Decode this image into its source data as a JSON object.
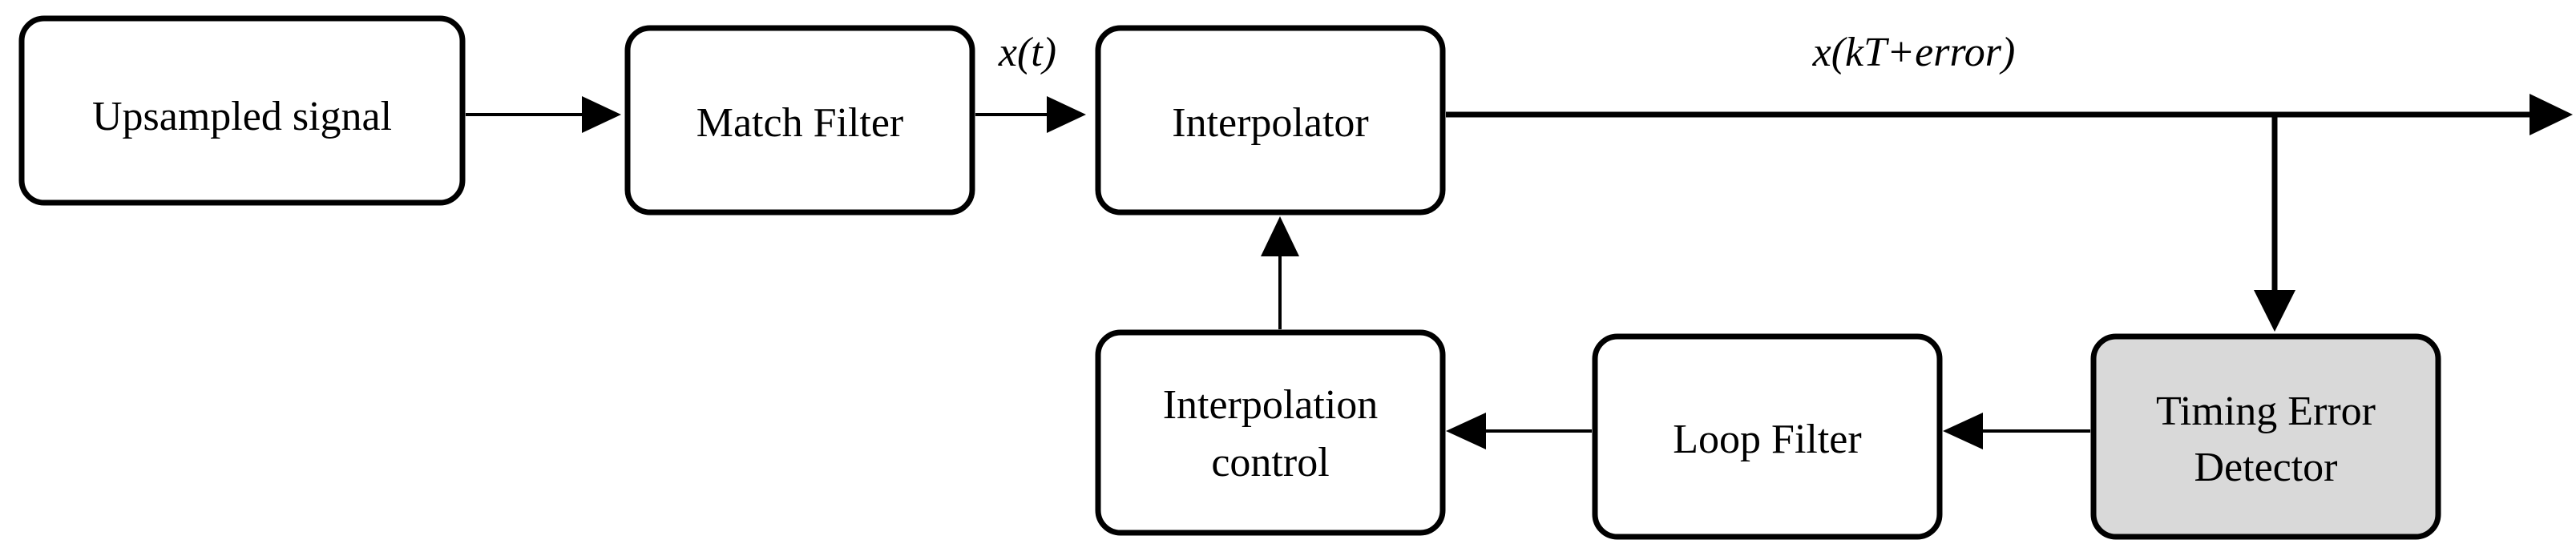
{
  "blocks": {
    "upsampled_signal": "Upsampled signal",
    "match_filter": "Match Filter",
    "interpolator": "Interpolator",
    "interpolation_control_line1": "Interpolation",
    "interpolation_control_line2": "control",
    "loop_filter": "Loop Filter",
    "ted_line1": "Timing Error",
    "ted_line2": "Detector"
  },
  "signals": {
    "x_t": "x(t)",
    "x_kt_error": "x(kT+error)"
  },
  "colors": {
    "ted_fill": "#d9d9d9",
    "stroke": "#000000"
  }
}
